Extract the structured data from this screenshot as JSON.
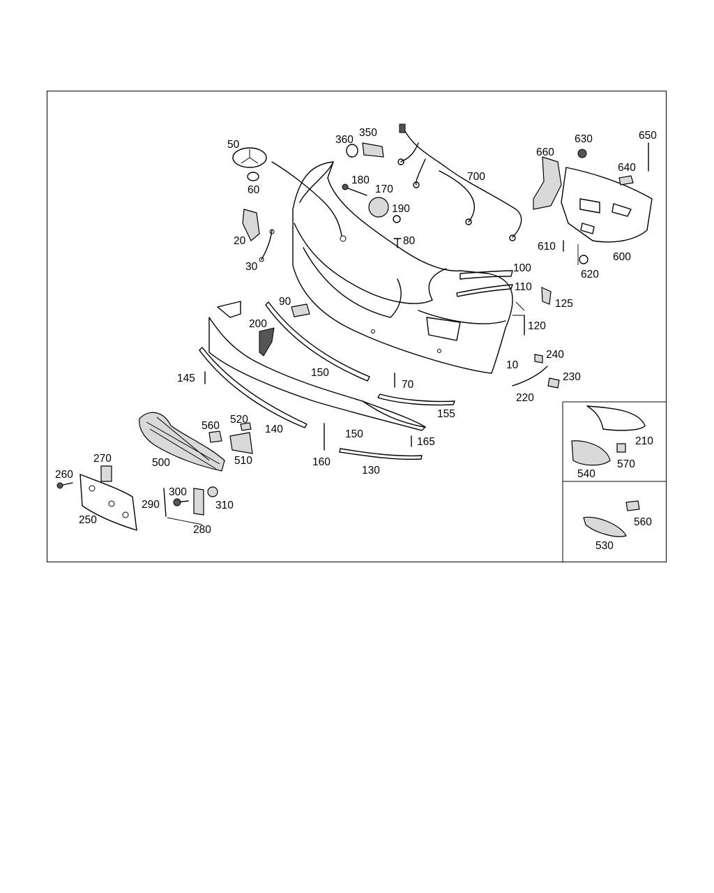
{
  "callouts": {
    "c10": "10",
    "c20": "20",
    "c30": "30",
    "c50": "50",
    "c60": "60",
    "c70": "70",
    "c80": "80",
    "c90": "90",
    "c100": "100",
    "c110": "110",
    "c120": "120",
    "c125": "125",
    "c130": "130",
    "c140": "140",
    "c145": "145",
    "c150a": "150",
    "c150b": "150",
    "c155": "155",
    "c160": "160",
    "c165": "165",
    "c170": "170",
    "c180": "180",
    "c190": "190",
    "c200": "200",
    "c210": "210",
    "c220": "220",
    "c230": "230",
    "c240": "240",
    "c250": "250",
    "c260": "260",
    "c270": "270",
    "c280": "280",
    "c290": "290",
    "c300": "300",
    "c310": "310",
    "c350": "350",
    "c360": "360",
    "c500": "500",
    "c510": "510",
    "c520": "520",
    "c530": "530",
    "c540": "540",
    "c560a": "560",
    "c560b": "560",
    "c570": "570",
    "c600": "600",
    "c610": "610",
    "c620": "620",
    "c630": "630",
    "c640": "640",
    "c650": "650",
    "c660": "660",
    "c700": "700"
  }
}
